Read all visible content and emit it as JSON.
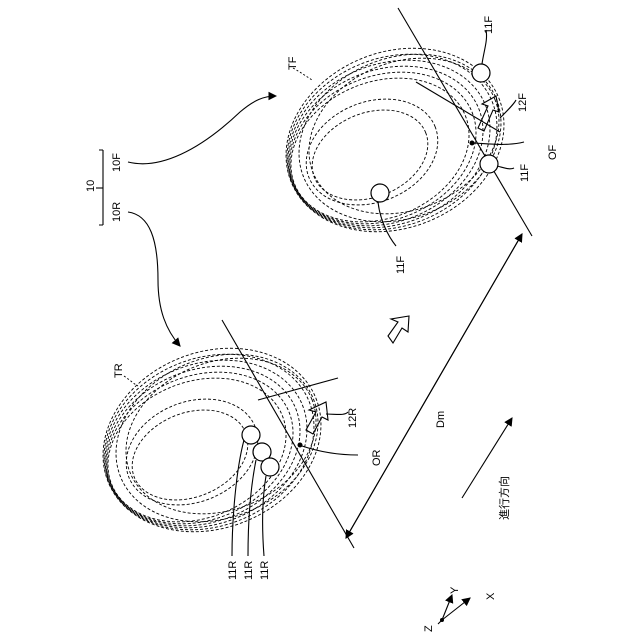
{
  "labels": {
    "group": "10",
    "front_group": "10F",
    "rear_group": "10R",
    "front_tire": "TF",
    "rear_tire": "TR",
    "front_sensor_top": "11F",
    "front_sensor_bottom": "11F",
    "front_sensor_inner": "11F",
    "front_marker": "12F",
    "front_center": "OF",
    "rear_sensor_1": "11R",
    "rear_sensor_2": "11R",
    "rear_sensor_3": "11R",
    "rear_marker": "12R",
    "rear_center": "OR",
    "distance": "Dm",
    "direction": "進行方向",
    "axis_x": "X",
    "axis_y": "Y",
    "axis_z": "Z"
  }
}
